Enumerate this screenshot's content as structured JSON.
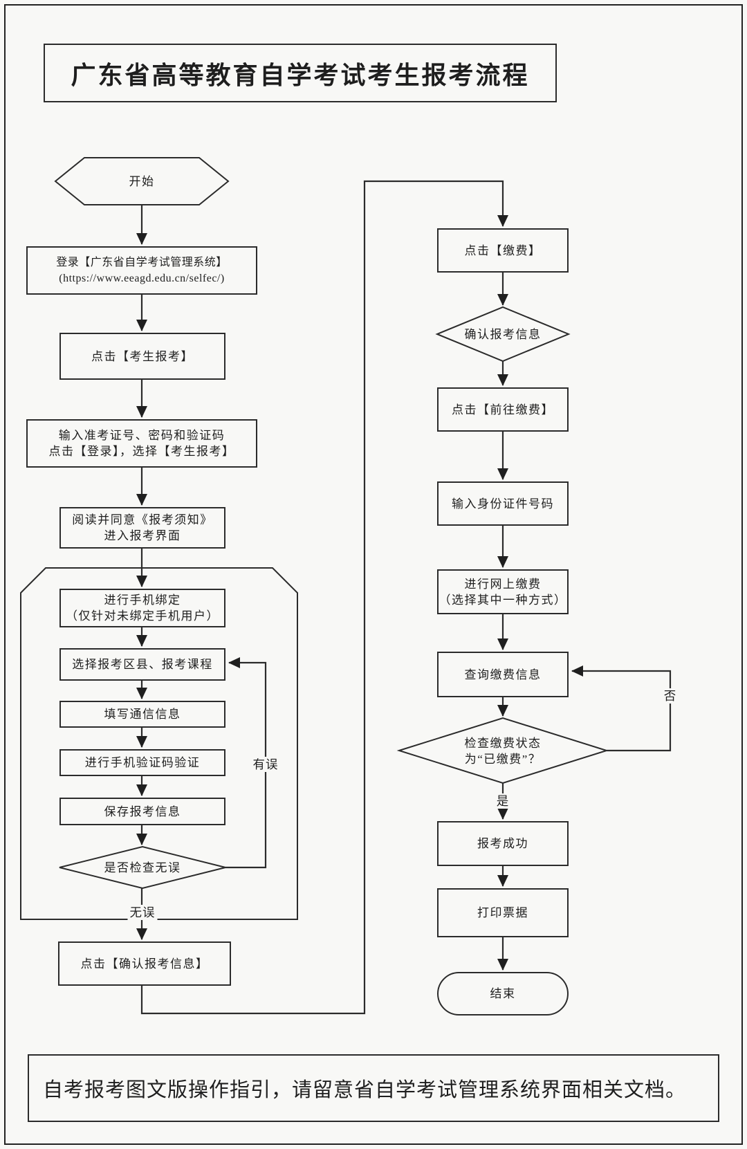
{
  "title": "广东省高等教育自学考试考生报考流程",
  "footer": "自考报考图文版操作指引，请留意省自学考试管理系统界面相关文档。",
  "flow": {
    "start": "开始",
    "login": "登录【广东省自学考试管理系统】\n(https://www.eeagd.edu.cn/selfec/)",
    "click_candidate_register": "点击【考生报考】",
    "input_credentials": "输入准考证号、密码和验证码\n点击【登录】，选择【考生报考】",
    "read_notice": "阅读并同意《报考须知》\n进入报考界面",
    "bind_phone": "进行手机绑定\n（仅针对未绑定手机用户）",
    "select_district_courses": "选择报考区县、报考课程",
    "fill_contact_info": "填写通信信息",
    "verify_sms_code": "进行手机验证码验证",
    "save_register_info": "保存报考信息",
    "check_correct": "是否检查无误",
    "confirm_register_info": "点击【确认报考信息】",
    "click_pay": "点击【缴费】",
    "confirm_reg_info": "确认报考信息",
    "goto_pay": "点击【前往缴费】",
    "input_id_number": "输入身份证件号码",
    "online_payment": "进行网上缴费\n（选择其中一种方式）",
    "query_payment": "查询缴费信息",
    "check_paid": "检查缴费状态\n为“已缴费”？",
    "register_success": "报考成功",
    "print_receipt": "打印票据",
    "end": "结束"
  },
  "edge_labels": {
    "has_error": "有误",
    "no_error": "无误",
    "yes": "是",
    "no": "否"
  }
}
